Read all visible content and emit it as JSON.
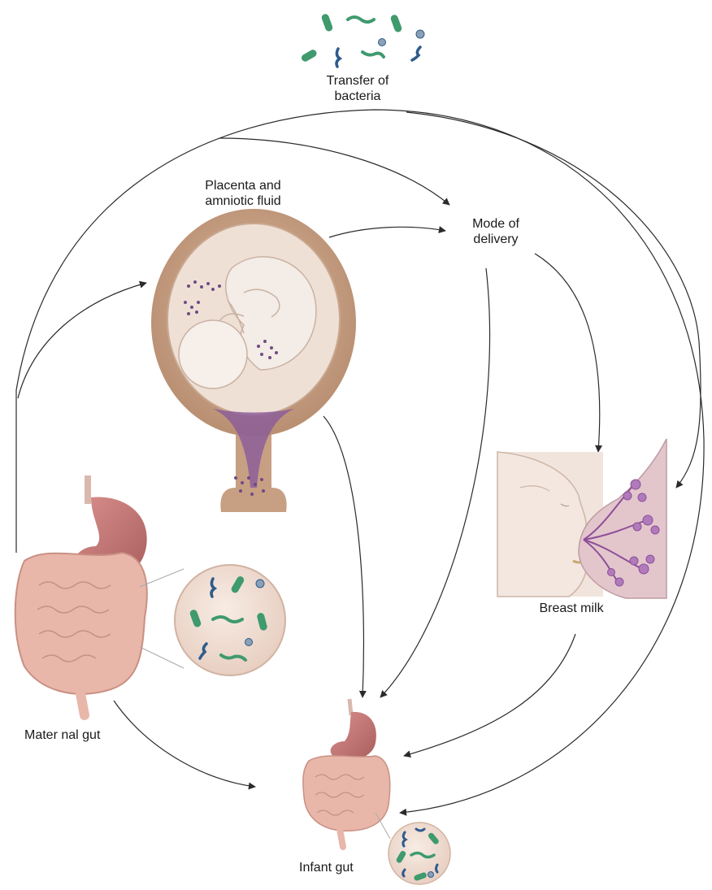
{
  "labels": {
    "transfer_line1": "Transfer of",
    "transfer_line2": "bacteria",
    "placenta_line1": "Placenta and",
    "placenta_line2": "amniotic  fluid",
    "mode_line1": "Mode of",
    "mode_line2": "delivery",
    "breast_milk": "Breast milk",
    "maternal_gut": "Mater nal gut",
    "infant_gut": "Infant gut"
  },
  "colors": {
    "arrow": "#2b2b2b",
    "bacteria_green": "#3f9a6e",
    "bacteria_blue": "#2e5b8c",
    "bacteria_grey": "#8aa0b5",
    "uterus_outer": "#caa486",
    "uterus_inner": "#efe0d6",
    "cervix_purple": "#8a5a9a",
    "intestine": "#e8b7aa",
    "intestine_dark": "#c98f83",
    "stomach": "#c47a78",
    "circle_fill": "#f2e1d6",
    "skin": "#f1e4dc",
    "breast": "#e2c6cc",
    "milk_ducts": "#8e4f98",
    "dot_purple": "#6f4a86"
  },
  "icons": [
    "bacteria-icon",
    "uterus-fetus-icon",
    "stomach-icon",
    "intestine-icon",
    "breastfeeding-icon",
    "magnified-bacteria-circle-icon"
  ]
}
